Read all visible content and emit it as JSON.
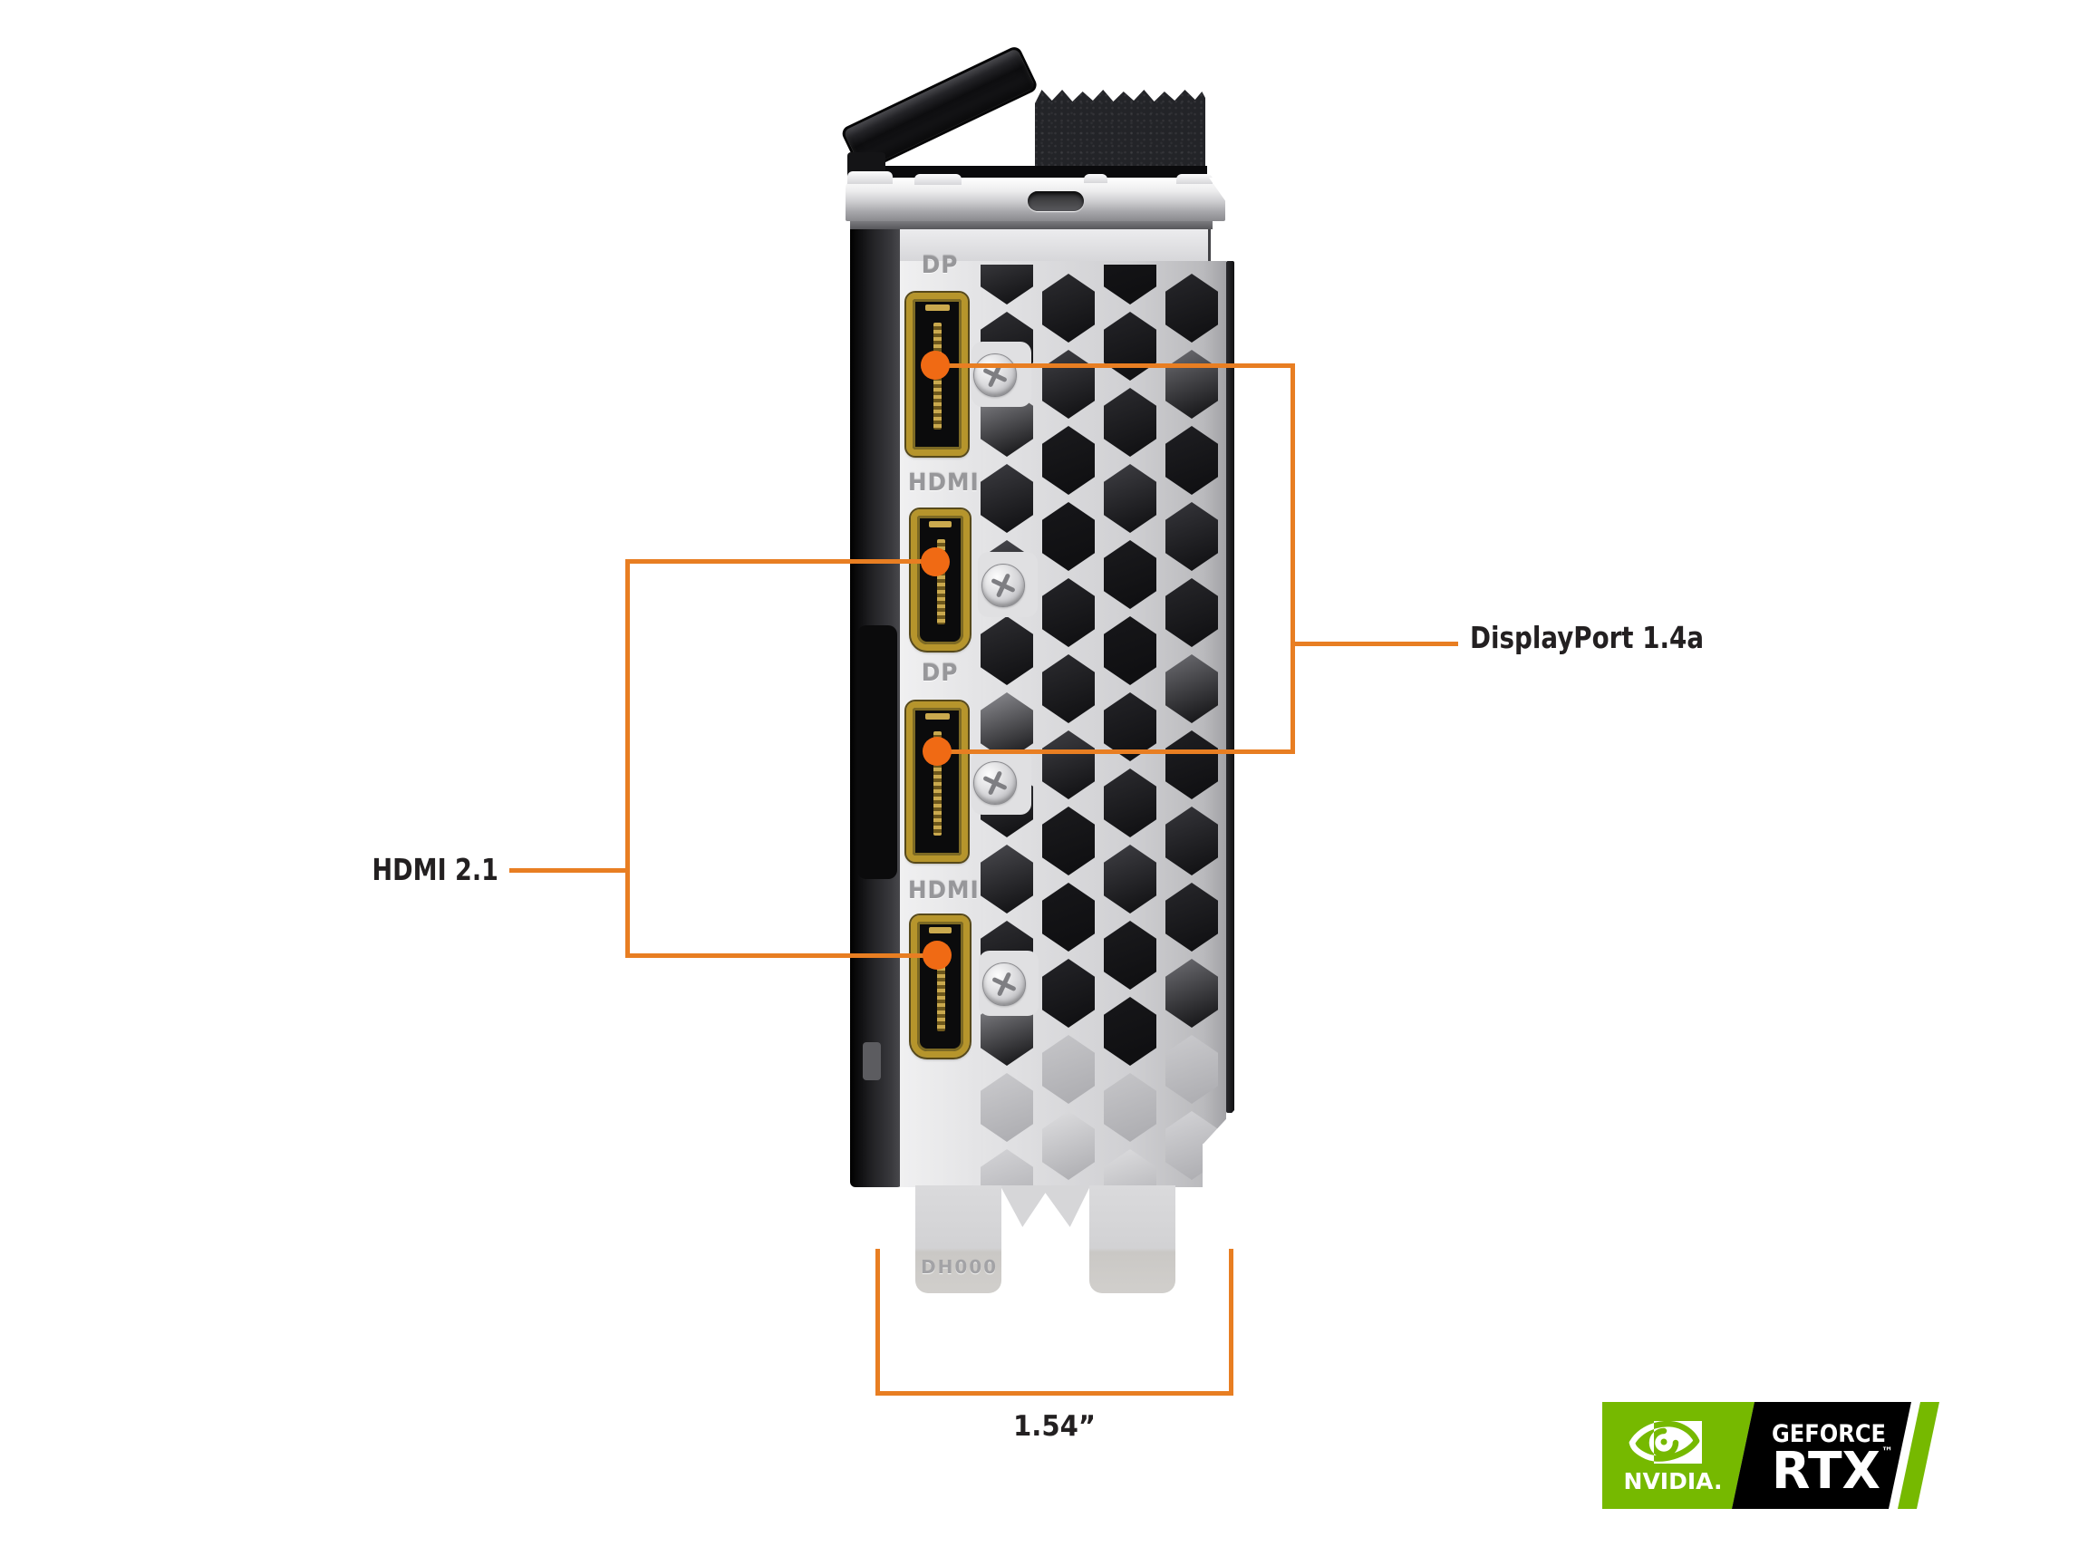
{
  "colors": {
    "accent": "#e87e22",
    "dot": "#f06a14",
    "text": "#232021",
    "nvidia_green": "#76b900",
    "badge_black": "#000000"
  },
  "callouts": {
    "displayport": {
      "label": "DisplayPort 1.4a"
    },
    "hdmi": {
      "label": "HDMI 2.1"
    },
    "width_measure": {
      "label": "1.54”"
    }
  },
  "bracket": {
    "port_labels": [
      "DP",
      "HDMI",
      "DP",
      "HDMI"
    ],
    "marking": "DH000"
  },
  "badge": {
    "brand": "NVIDIA.",
    "series": "GEFORCE",
    "model": "RTX",
    "trademark": "™"
  }
}
